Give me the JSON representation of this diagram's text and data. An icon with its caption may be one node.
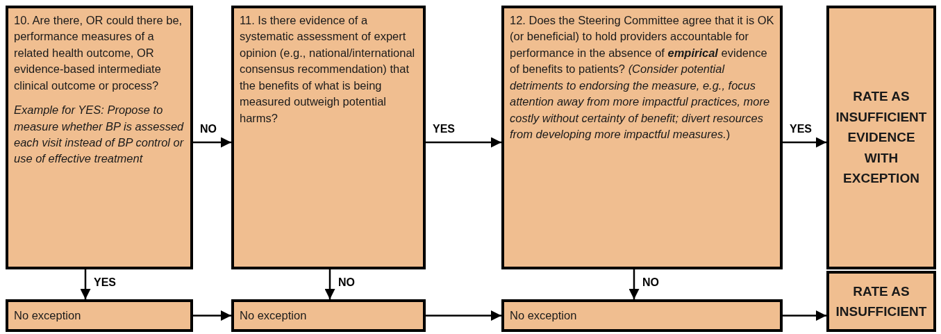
{
  "diagram": {
    "nodes": [
      {
        "text": [
          "10. Are there, OR could there be, performance measures of a related health outcome, OR evidence-based intermediate clinical outcome or process?",
          "Example for YES: Propose to measure whether BP is assessed each visit instead of BP control or use of effective treatment"
        ]
      },
      {
        "text": [
          "11. Is there evidence of a systematic assessment of expert opinion (e.g., national/international consensus recommendation) that the benefits of what is being measured outweigh potential harms?"
        ]
      },
      {
        "text": [
          "12. Does the Steering Committee agree that it is OK (or beneficial) to hold providers accountable for performance in the absence of **empirical** evidence of benefits to patients? *(Consider potential detriments to endorsing the measure, e.g., focus attention away from more impactful practices, more costly without certainty of benefit; divert resources from developing more impactful measures.*)"
        ]
      },
      {
        "text": [
          "RATE AS INSUFFICIENT EVIDENCE WITH EXCEPTION"
        ]
      },
      {
        "text": [
          "No exception"
        ]
      },
      {
        "text": [
          "No exception"
        ]
      },
      {
        "text": [
          "No exception"
        ]
      },
      {
        "text": [
          "RATE AS INSUFFICIENT"
        ]
      }
    ],
    "edges": [
      {
        "from": 0,
        "to": 1,
        "arrow": "to",
        "label": "NO"
      },
      {
        "from": 1,
        "to": 2,
        "arrow": "to",
        "label": "YES"
      },
      {
        "from": 2,
        "to": 3,
        "arrow": "to",
        "label": "YES"
      },
      {
        "from": 0,
        "to": 4,
        "arrow": "to",
        "label": "YES"
      },
      {
        "from": 1,
        "to": 5,
        "arrow": "to",
        "label": "NO"
      },
      {
        "from": 2,
        "to": 6,
        "arrow": "to",
        "label": "NO"
      },
      {
        "from": 4,
        "to": 5,
        "arrow": "to"
      },
      {
        "from": 5,
        "to": 6,
        "arrow": "to"
      },
      {
        "from": 6,
        "to": 7,
        "arrow": "to"
      }
    ]
  }
}
